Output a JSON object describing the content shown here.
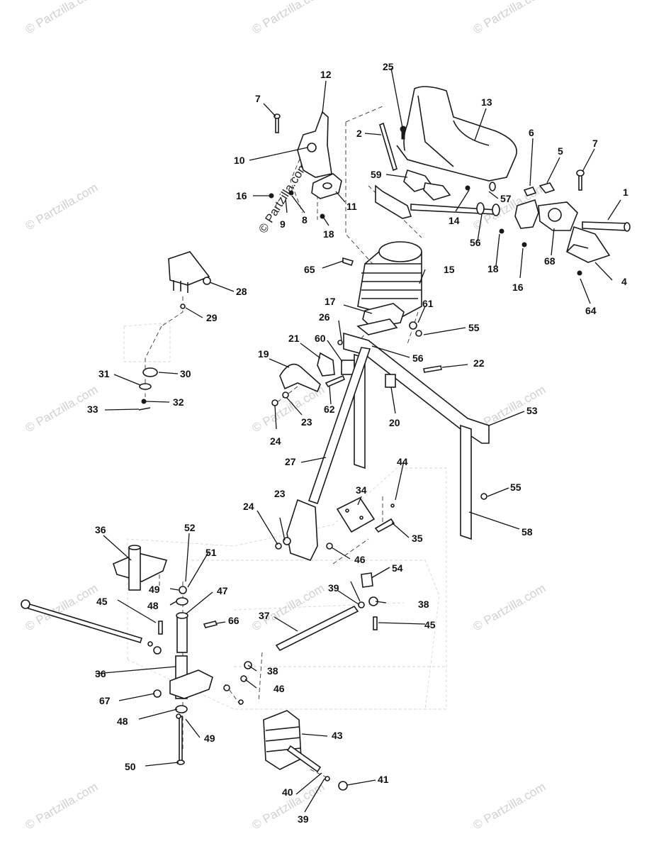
{
  "watermark": {
    "text": "© Partzilla.com",
    "color": "#d0d0d0"
  },
  "callouts": {
    "c1": "1",
    "c2": "2",
    "c4": "4",
    "c5": "5",
    "c6": "6",
    "c7a": "7",
    "c7b": "7",
    "c8": "8",
    "c9": "9",
    "c10": "10",
    "c11": "11",
    "c12": "12",
    "c13": "13",
    "c14": "14",
    "c15": "15",
    "c16a": "16",
    "c16b": "16",
    "c17": "17",
    "c18a": "18",
    "c18b": "18",
    "c19": "19",
    "c20": "20",
    "c21": "21",
    "c22": "22",
    "c23a": "23",
    "c23b": "23",
    "c24a": "24",
    "c24b": "24",
    "c25": "25",
    "c26": "26",
    "c27": "27",
    "c28": "28",
    "c29": "29",
    "c30": "30",
    "c31": "31",
    "c32": "32",
    "c33": "33",
    "c34": "34",
    "c35": "35",
    "c36a": "36",
    "c36b": "36",
    "c37": "37",
    "c38a": "38",
    "c38b": "38",
    "c39a": "39",
    "c39b": "39",
    "c40": "40",
    "c41": "41",
    "c43": "43",
    "c44": "44",
    "c45a": "45",
    "c45b": "45",
    "c46a": "46",
    "c46b": "46",
    "c47": "47",
    "c48a": "48",
    "c48b": "48",
    "c49a": "49",
    "c49b": "49",
    "c50": "50",
    "c51": "51",
    "c52": "52",
    "c53": "53",
    "c54": "54",
    "c55a": "55",
    "c55b": "55",
    "c56a": "56",
    "c56b": "56",
    "c57": "57",
    "c58": "58",
    "c59": "59",
    "c60": "60",
    "c61": "61",
    "c62": "62",
    "c64": "64",
    "c65": "65",
    "c66": "66",
    "c67": "67",
    "c68": "68"
  }
}
